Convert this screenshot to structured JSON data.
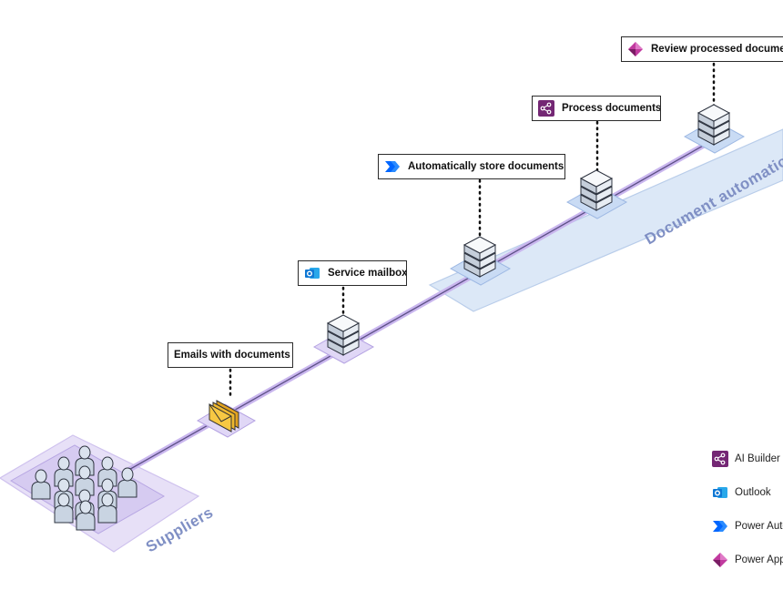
{
  "areas": {
    "suppliers": "Suppliers",
    "automation": "Document automation"
  },
  "callouts": {
    "emails": "Emails with documents",
    "mailbox": "Service mailbox",
    "store": "Automatically store documents",
    "process": "Process documents",
    "review": "Review processed documents"
  },
  "legend": [
    {
      "label": "AI Builder",
      "icon": "ai-builder-icon"
    },
    {
      "label": "Outlook",
      "icon": "outlook-icon"
    },
    {
      "label": "Power Automate",
      "icon": "power-automate-icon"
    },
    {
      "label": "Power Apps",
      "icon": "power-apps-icon"
    }
  ],
  "colors": {
    "suppliers_area": "#e4ddf6",
    "automation_area": "#dce8f7",
    "flow_line": "#c9b6ee",
    "label_text": "#7f8fc4",
    "ai_builder": "#742774",
    "outlook": "#0f78d4",
    "power_automate": "#0066ff",
    "power_apps": "#9f2a8b"
  }
}
